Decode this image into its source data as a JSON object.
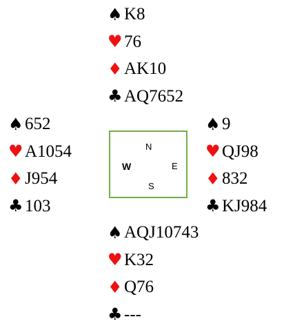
{
  "colors": {
    "red_suit": "#ee1111",
    "black_suit": "#000000",
    "compass_border": "#70ad47"
  },
  "hands": {
    "north": {
      "spades": {
        "symbol": "♠",
        "cards": "K8"
      },
      "hearts": {
        "symbol": "♥",
        "cards": "76"
      },
      "diamonds": {
        "symbol": "♦",
        "cards": "AK10"
      },
      "clubs": {
        "symbol": "♣",
        "cards": "AQ7652"
      }
    },
    "west": {
      "spades": {
        "symbol": "♠",
        "cards": "652"
      },
      "hearts": {
        "symbol": "♥",
        "cards": "A1054"
      },
      "diamonds": {
        "symbol": "♦",
        "cards": "J954"
      },
      "clubs": {
        "symbol": "♣",
        "cards": "103"
      }
    },
    "east": {
      "spades": {
        "symbol": "♠",
        "cards": "9"
      },
      "hearts": {
        "symbol": "♥",
        "cards": "QJ98"
      },
      "diamonds": {
        "symbol": "♦",
        "cards": "832"
      },
      "clubs": {
        "symbol": "♣",
        "cards": "KJ984"
      }
    },
    "south": {
      "spades": {
        "symbol": "♠",
        "cards": "AQJ10743"
      },
      "hearts": {
        "symbol": "♥",
        "cards": "K32"
      },
      "diamonds": {
        "symbol": "♦",
        "cards": "Q76"
      },
      "clubs": {
        "symbol": "♣",
        "cards": "---"
      }
    }
  },
  "compass": {
    "north": "N",
    "south": "S",
    "west": "W",
    "east": "E"
  }
}
